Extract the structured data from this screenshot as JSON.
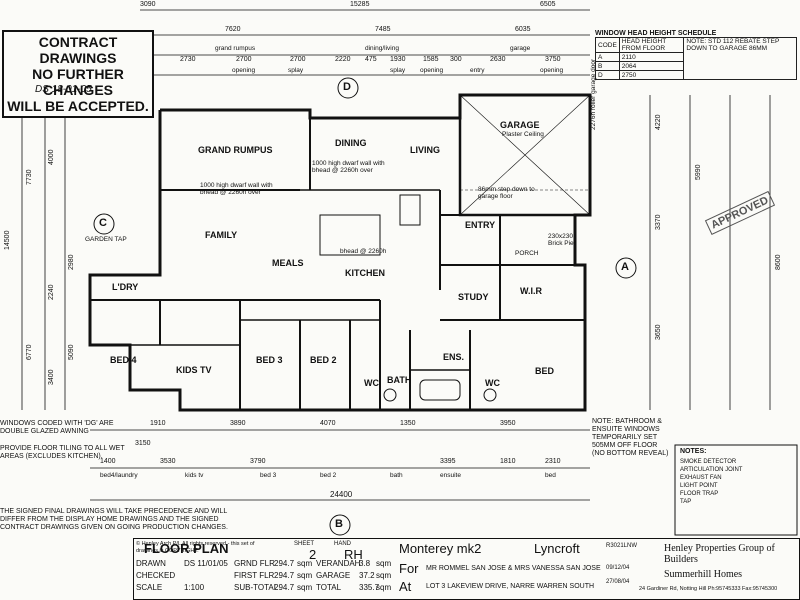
{
  "stamp": {
    "line1": "CONTRACT DRAWINGS",
    "line2": "NO FURTHER CHANGES",
    "line3": "WILL BE ACCEPTED."
  },
  "initials": "DS 18-01-05",
  "schedule": {
    "title": "WINDOW HEAD HEIGHT SCHEDULE",
    "headers": [
      "CODE",
      "HEAD HEIGHT FROM FLOOR",
      "NOTE: STD 112 REBATE STEP DOWN TO GARAGE 86MM"
    ],
    "rows": [
      [
        "A",
        "2110"
      ],
      [
        "B",
        "2064"
      ],
      [
        "D",
        "2750"
      ]
    ]
  },
  "rooms": {
    "grand_rumpus": "GRAND RUMPUS",
    "dining": "DINING",
    "living": "LIVING",
    "garage": "GARAGE",
    "garage_sub": "Plaster Ceiling",
    "family": "FAMILY",
    "meals": "MEALS",
    "kitchen": "KITCHEN",
    "entry": "ENTRY",
    "porch": "PORCH",
    "study": "STUDY",
    "wir": "W.I.R",
    "ldry": "L'DRY",
    "bed4": "BED 4",
    "kids_tv": "KIDS TV",
    "bed3": "BED 3",
    "bed2": "BED 2",
    "ens": "ENS.",
    "bath": "BATH",
    "wc1": "WC",
    "wc2": "WC",
    "bed": "BED"
  },
  "annotations": {
    "dwarf1": "1000 high dwarf wall with bhead @ 2260h over",
    "dwarf2": "1000 high dwarf wall with bhead @ 2260h over",
    "step": "86mm step down to garage floor",
    "garden_tap": "GARDEN TAP",
    "brick_pier": "230x230 Brick Pier",
    "garage_note": "2276h roller garage door",
    "bhead": "bhead @ 2260h"
  },
  "markers": {
    "a": "A",
    "b": "B",
    "c": "C",
    "d": "D"
  },
  "dims_top": {
    "overall": "15285",
    "left": "3090",
    "right": "6505",
    "row2": [
      "7620",
      "7485",
      "6035"
    ],
    "row3": [
      "2730",
      "2700",
      "2700",
      "2220",
      "475",
      "1930",
      "1585",
      "300",
      "2630",
      "3750"
    ],
    "labels": [
      "grand rumpus",
      "dining/living",
      "garage"
    ],
    "openings": [
      "opening",
      "splay",
      "splay",
      "opening",
      "entry",
      "opening"
    ]
  },
  "dims_bottom": {
    "overall": "24400",
    "row1": [
      "1910",
      "3890",
      "4070",
      "1350",
      "3950"
    ],
    "row2": [
      "1400",
      "3530",
      "3790",
      "3395",
      "1810",
      "2310"
    ],
    "row2_labels": [
      "bed4/laundry",
      "kids tv",
      "bed 3",
      "bed 2",
      "bath",
      "ensuite",
      "bed"
    ],
    "overall_left": "3150"
  },
  "dims_left": [
    "14500",
    "7730",
    "6770",
    "4000",
    "3400",
    "2240",
    "2980",
    "5090"
  ],
  "dims_right": [
    "4220",
    "3370",
    "3650",
    "5990",
    "8600"
  ],
  "notes_left": [
    "WINDOWS CODED WITH 'DG' ARE DOUBLE GLAZED AWNING",
    "PROVIDE FLOOR TILING TO ALL WET AREAS (EXCLUDES KITCHEN).",
    "THE SIGNED FINAL DRAWINGS WILL TAKE PRECEDENCE AND WILL DIFFER FROM THE DISPLAY HOME DRAWINGS AND THE SIGNED CONTRACT DRAWINGS GIVEN ON GOING PRODUCTION CHANGES."
  ],
  "note_right": "NOTE: BATHROOM & ENSUITE WINDOWS TEMPORARILY SET 505mm OFF FLOOR (NO BOTTOM REVEAL)",
  "legend_title": "NOTES:",
  "legend_items": [
    "SMOKE DETECTOR",
    "ARTICULATION JOINT",
    "EXHAUST FAN",
    "LIGHT POINT",
    "FLOOR TRAP",
    "TAP"
  ],
  "approved_stamp": "APPROVED",
  "title_block": {
    "copyright": "© Henley Arch P/L All rights reserved - this set of drawings is COPYRIGHT.",
    "title": "FLOOR PLAN",
    "sheet_label": "SHEET",
    "sheet": "2",
    "hand_label": "HAND",
    "hand": "RH",
    "drawn_label": "DRAWN",
    "drawn": "DS 11/01/05",
    "checked_label": "CHECKED",
    "scale_label": "SCALE",
    "scale": "1:100",
    "areas": [
      [
        "GRND FLR",
        "294.7",
        "sqm",
        "VERANDAH",
        "3.8",
        "sqm"
      ],
      [
        "FIRST FLR",
        "294.7",
        "sqm",
        "GARAGE",
        "37.2",
        "sqm"
      ],
      [
        "SUB-TOTAL",
        "294.7",
        "sqm",
        "TOTAL",
        "335.7",
        "sqm"
      ]
    ],
    "model": "Monterey mk2",
    "facade": "Lyncroft",
    "for_label": "For",
    "client": "MR ROMMEL SAN JOSE & MRS VANESSA SAN JOSE",
    "at_label": "At",
    "address": "LOT 3 LAKEVIEW DRIVE, NARRE WARREN SOUTH",
    "job": "R3021LNW",
    "date1": "09/12/04",
    "date2": "27/08/04",
    "company": "Henley Properties Group of Builders",
    "brand": "Summerhill Homes",
    "company_address": "24 Gardiner Rd, Notting Hill Ph:95745333 Fax:95745300"
  }
}
